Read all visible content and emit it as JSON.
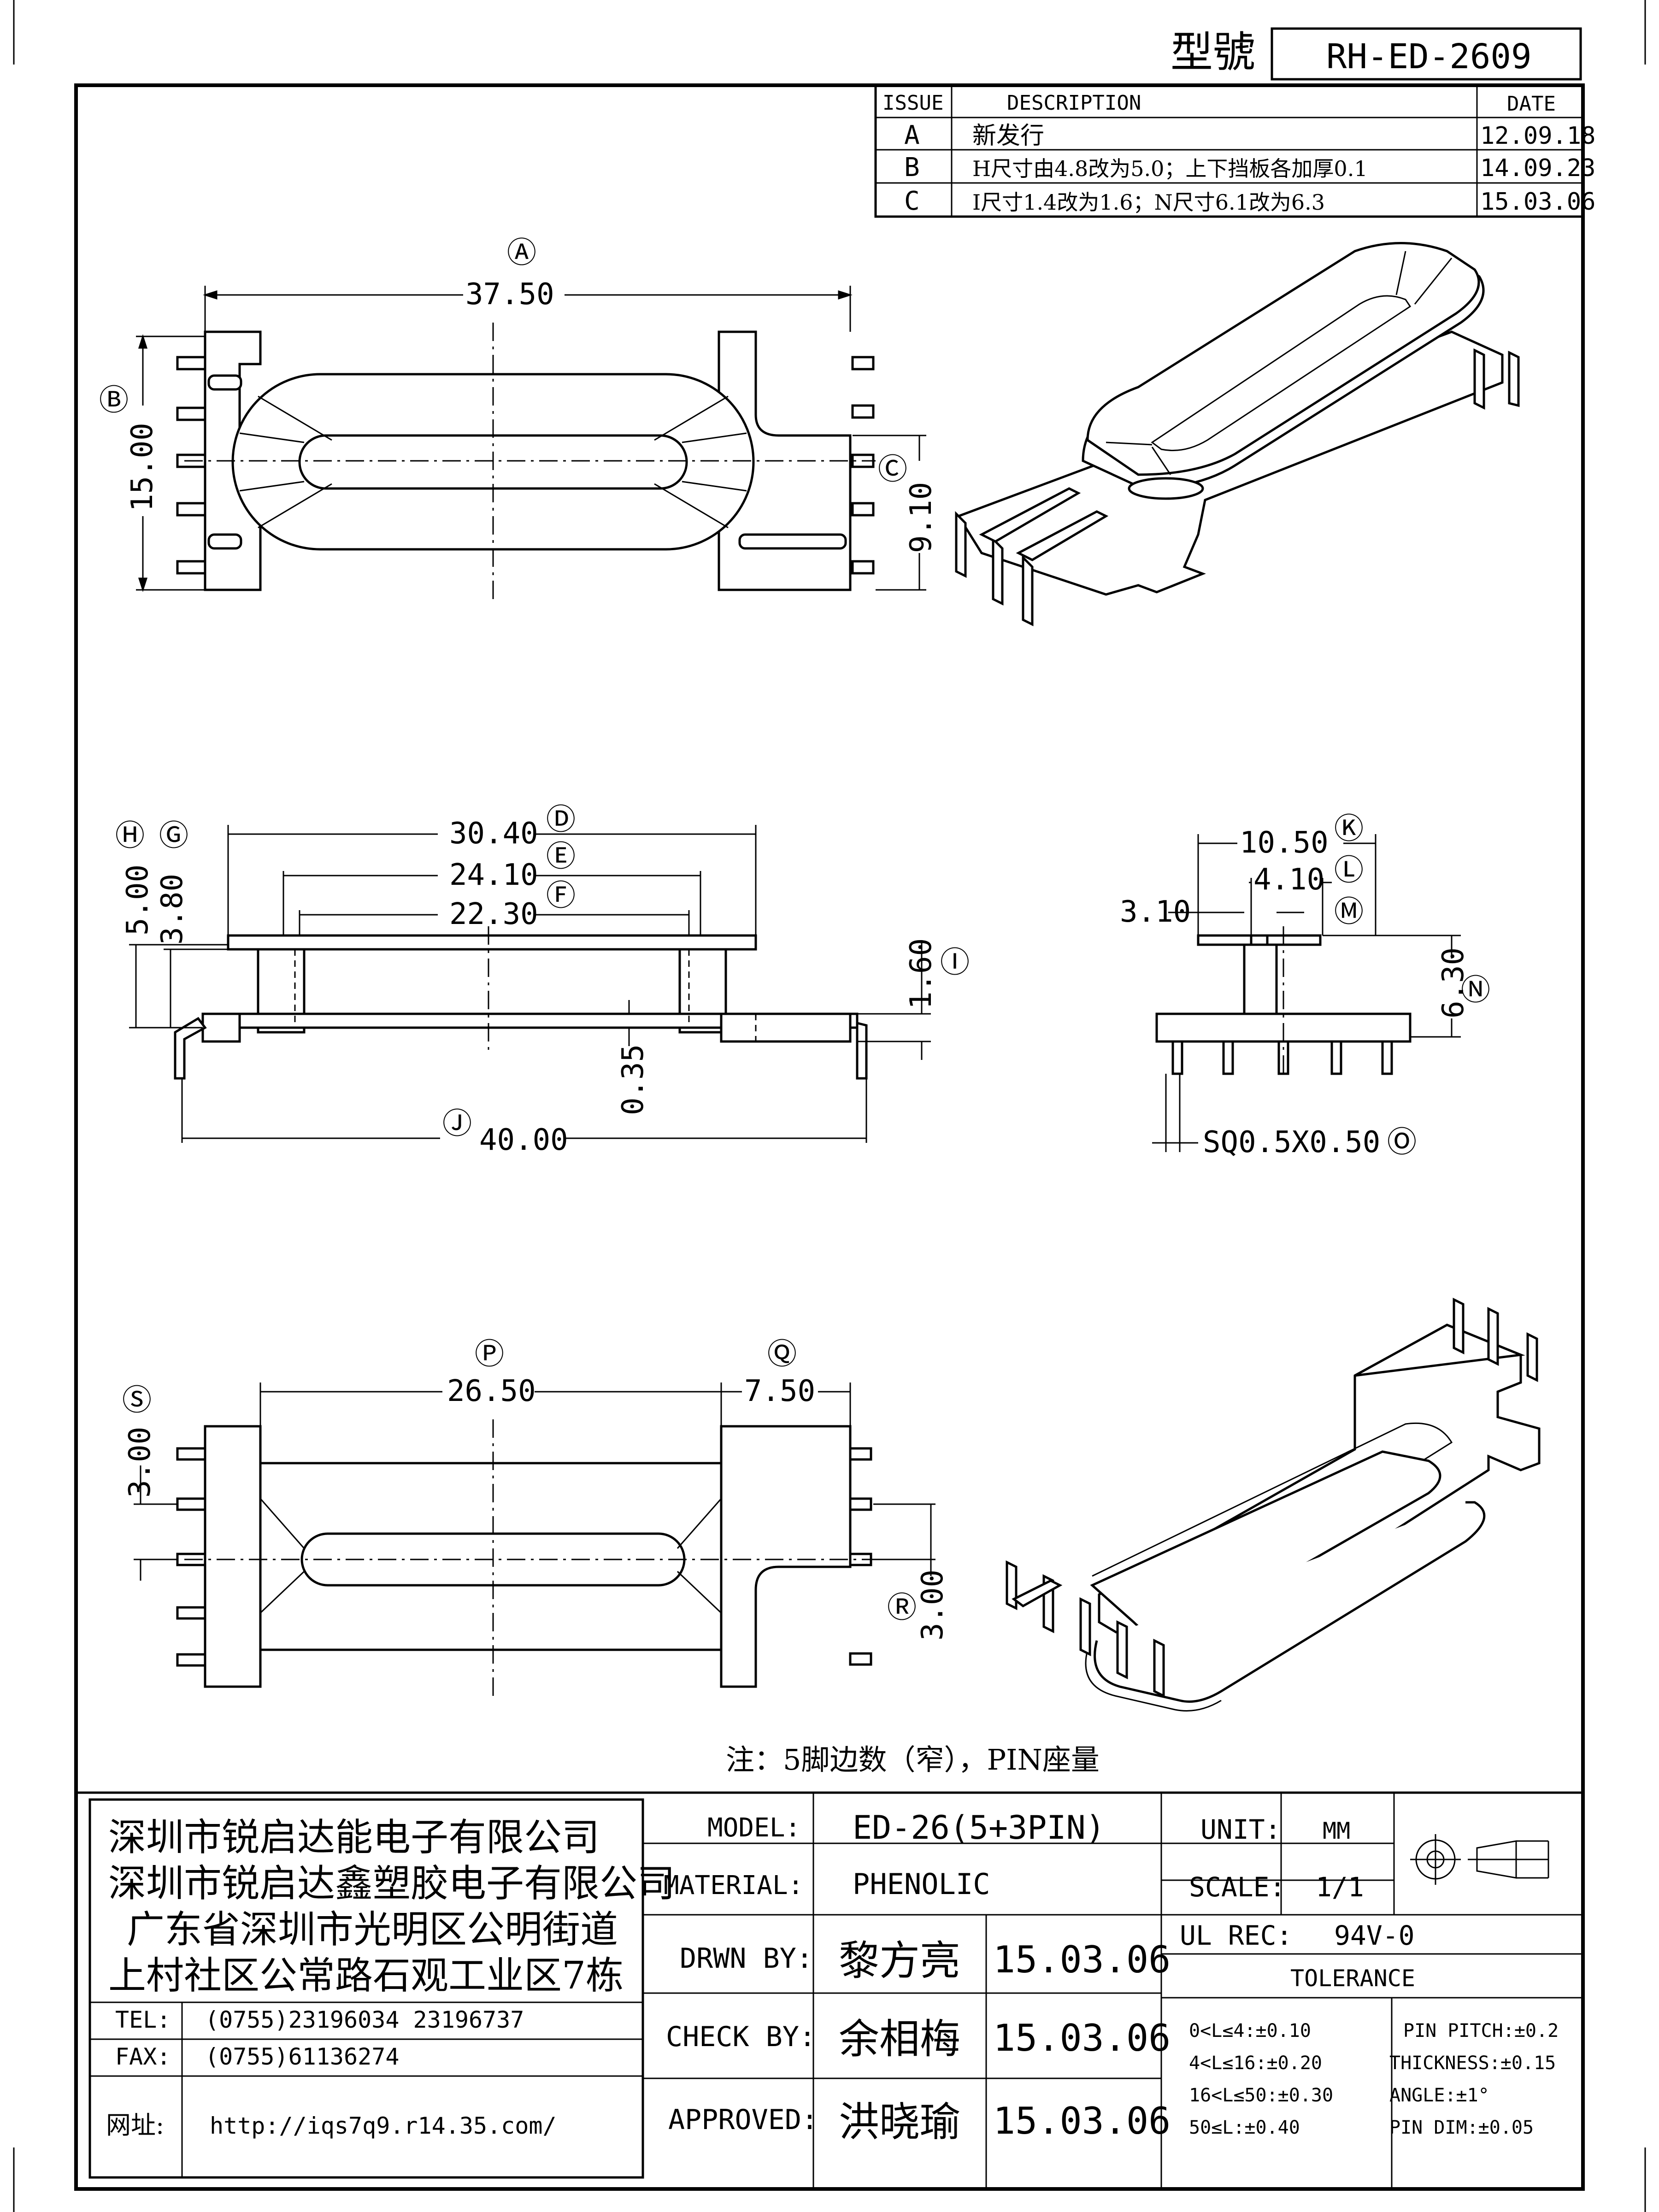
{
  "title_block": {
    "model_label": "型號",
    "model_no": "RH-ED-2609"
  },
  "revision_table": {
    "headers": [
      "ISSUE",
      "DESCRIPTION",
      "DATE"
    ],
    "rows": [
      {
        "issue": "A",
        "description": "新发行",
        "date": "12.09.18"
      },
      {
        "issue": "B",
        "description": "H尺寸由4.8改为5.0；上下挡板各加厚0.1",
        "date": "14.09.23"
      },
      {
        "issue": "C",
        "description": "I尺寸1.4改为1.6；N尺寸6.1改为6.3",
        "date": "15.03.06"
      }
    ]
  },
  "dimensions": {
    "A": {
      "tag": "Ⓐ",
      "value": "37.50"
    },
    "B": {
      "tag": "Ⓑ",
      "value": "15.00"
    },
    "C": {
      "tag": "Ⓒ",
      "value": "9.10"
    },
    "D": {
      "tag": "Ⓓ",
      "value": "30.40"
    },
    "E": {
      "tag": "Ⓔ",
      "value": "24.10"
    },
    "F": {
      "tag": "Ⓕ",
      "value": "22.30"
    },
    "G": {
      "tag": "Ⓖ",
      "value": "3.80"
    },
    "H": {
      "tag": "Ⓗ",
      "value": "5.00"
    },
    "I": {
      "tag": "Ⓘ",
      "value": "1.60"
    },
    "J": {
      "tag": "Ⓙ",
      "value": "40.00"
    },
    "t035": {
      "value": "0.35"
    },
    "K": {
      "tag": "Ⓚ",
      "value": "10.50"
    },
    "L": {
      "tag": "Ⓛ",
      "value": "4.10"
    },
    "M": {
      "tag": "Ⓜ",
      "value": "3.10"
    },
    "N": {
      "tag": "Ⓝ",
      "value": "6.30"
    },
    "O": {
      "tag": "Ⓞ",
      "value": "SQ0.5X0.50"
    },
    "P": {
      "tag": "Ⓟ",
      "value": "26.50"
    },
    "Q": {
      "tag": "Ⓠ",
      "value": "7.50"
    },
    "R": {
      "tag": "Ⓡ",
      "value": "3.00"
    },
    "S": {
      "tag": "Ⓢ",
      "value": "3.00"
    }
  },
  "note": "注：5脚边数（窄），PIN座量",
  "company": {
    "lines": [
      "深圳市锐启达能电子有限公司",
      "深圳市锐启达鑫塑胶电子有限公司",
      "广东省深圳市光明区公明街道",
      "上村社区公常路石观工业区7栋"
    ],
    "tel_label": "TEL:",
    "tel": "(0755)23196034  23196737",
    "fax_label": "FAX:",
    "fax": "(0755)61136274",
    "web_label": "网址:",
    "web": "http://iqs7q9.r14.35.com/"
  },
  "spec": {
    "model_label": "MODEL:",
    "model": "ED-26(5+3PIN)",
    "material_label": "MATERIAL:",
    "material": "PHENOLIC",
    "drawn_label": "DRWN BY:",
    "drawn_by": "黎方亮",
    "drawn_date": "15.03.06",
    "check_label": "CHECK BY:",
    "check_by": "余相梅",
    "check_date": "15.03.06",
    "approved_label": "APPROVED:",
    "approved_by": "洪晓瑜",
    "approved_date": "15.03.06",
    "unit_label": "UNIT:",
    "unit": "MM",
    "scale_label": "SCALE:",
    "scale": "1/1",
    "ul_label": "UL REC:",
    "ul": "94V-0",
    "tolerance_label": "TOLERANCE",
    "tol_left": [
      "0<L≤4:±0.10",
      "4<L≤16:±0.20",
      "16<L≤50:±0.30",
      "50≤L:±0.40"
    ],
    "tol_right": [
      "PIN PITCH:±0.2",
      "THICKNESS:±0.15",
      "ANGLE:±1°",
      "PIN DIM:±0.05"
    ]
  }
}
